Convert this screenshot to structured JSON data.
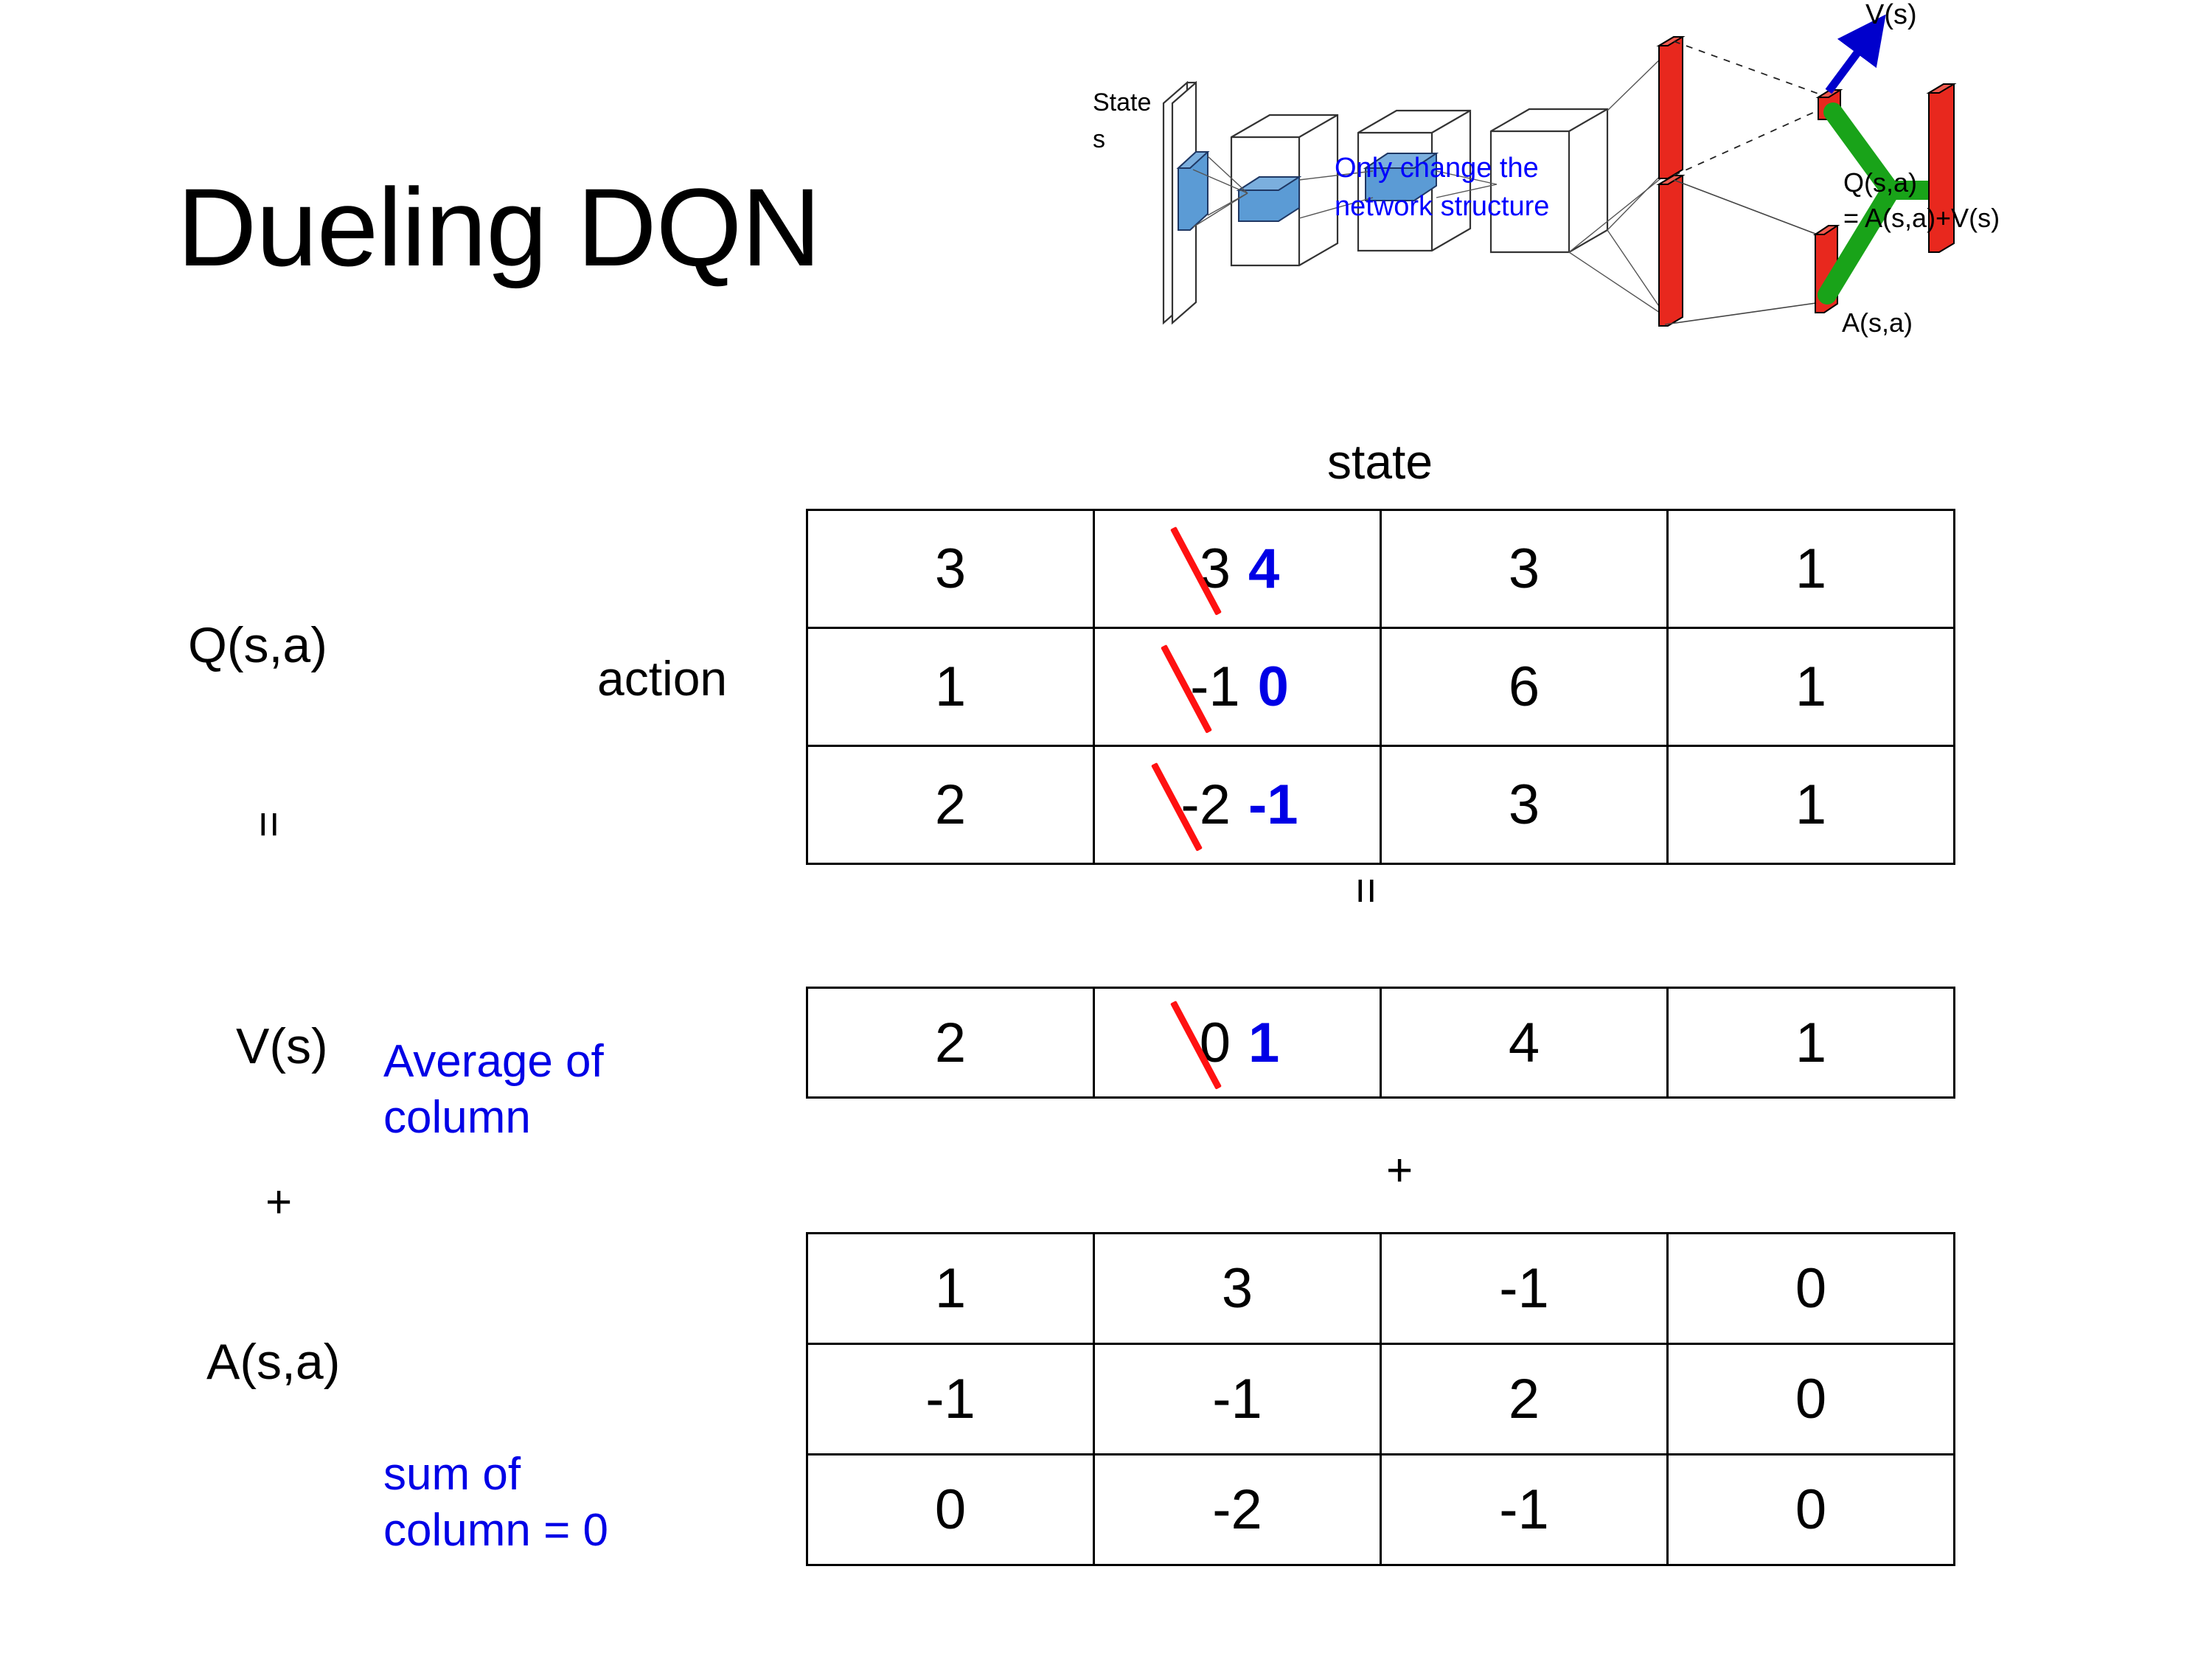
{
  "title": "Dueling DQN",
  "diagram": {
    "state_label_line1": "State",
    "state_label_line2": "s",
    "note_line1": "Only change the",
    "note_line2": "network structure",
    "v_output": "V(s)",
    "a_output": "A(s,a)",
    "q_output_line1": "Q(s,a)",
    "q_output_line2": "= A(s,a)+V(s)",
    "colors": {
      "note": "#0000FF",
      "arrow": "#0000CC",
      "bars": "#E8281E",
      "merge": "#19A319",
      "conv": "#5B9BD5"
    }
  },
  "axes": {
    "state": "state",
    "action": "action"
  },
  "labels": {
    "q": "Q(s,a)",
    "v": "V(s)",
    "a": "A(s,a)",
    "equals_left": "=",
    "plus_left": "+",
    "equals_mid": "=",
    "plus_mid": "+"
  },
  "notes": {
    "average_line1": "Average of",
    "average_line2": "column",
    "sum_line1": "sum of",
    "sum_line2": "column = 0",
    "color": "#0000E6"
  },
  "chart_data": {
    "type": "table",
    "title": "Dueling DQN: Q(s,a) = V(s) + A(s,a)",
    "xlabel": "state",
    "ylabel": "action",
    "tables": [
      {
        "name": "Q(s,a)",
        "rows": 3,
        "cols": 4,
        "values": [
          [
            "3",
            "3",
            "3",
            "1"
          ],
          [
            "1",
            "-1",
            "6",
            "1"
          ],
          [
            "2",
            "-2",
            "3",
            "1"
          ]
        ],
        "corrections": [
          {
            "row": 0,
            "col": 1,
            "old": "3",
            "new": "4"
          },
          {
            "row": 1,
            "col": 1,
            "old": "-1",
            "new": "0"
          },
          {
            "row": 2,
            "col": 1,
            "old": "-2",
            "new": "-1"
          }
        ]
      },
      {
        "name": "V(s)",
        "rows": 1,
        "cols": 4,
        "values": [
          [
            "2",
            "0",
            "4",
            "1"
          ]
        ],
        "corrections": [
          {
            "row": 0,
            "col": 1,
            "old": "0",
            "new": "1"
          }
        ]
      },
      {
        "name": "A(s,a)",
        "rows": 3,
        "cols": 4,
        "values": [
          [
            "1",
            "3",
            "-1",
            "0"
          ],
          [
            "-1",
            "-1",
            "2",
            "0"
          ],
          [
            "0",
            "-2",
            "-1",
            "0"
          ]
        ],
        "corrections": []
      }
    ]
  }
}
